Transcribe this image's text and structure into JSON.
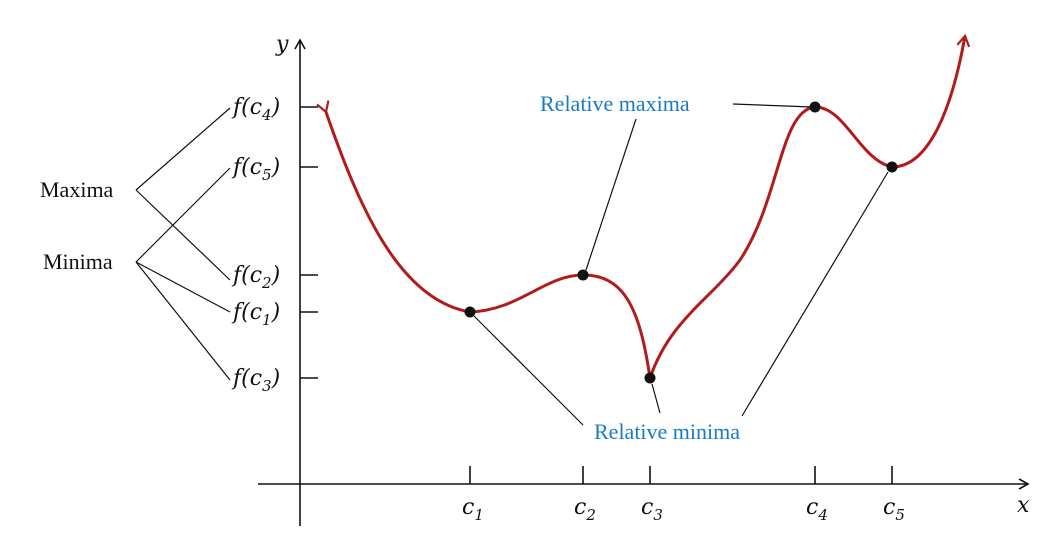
{
  "colors": {
    "curve": "#b31b1b",
    "callout": "#1a7bc4",
    "ink": "#111111"
  },
  "axes": {
    "x_label": "x",
    "y_label": "y"
  },
  "x_ticks": [
    {
      "main": "c",
      "sub": "1"
    },
    {
      "main": "c",
      "sub": "2"
    },
    {
      "main": "c",
      "sub": "3"
    },
    {
      "main": "c",
      "sub": "4"
    },
    {
      "main": "c",
      "sub": "5"
    }
  ],
  "y_ticks": [
    {
      "text": "f(c",
      "sub": "4",
      "close": ")"
    },
    {
      "text": "f(c",
      "sub": "5",
      "close": ")"
    },
    {
      "text": "f(c",
      "sub": "2",
      "close": ")"
    },
    {
      "text": "f(c",
      "sub": "1",
      "close": ")"
    },
    {
      "text": "f(c",
      "sub": "3",
      "close": ")"
    }
  ],
  "group_labels": {
    "maxima": "Maxima",
    "minima": "Minima"
  },
  "callouts": {
    "relative_maxima": "Relative maxima",
    "relative_minima": "Relative minima"
  }
}
